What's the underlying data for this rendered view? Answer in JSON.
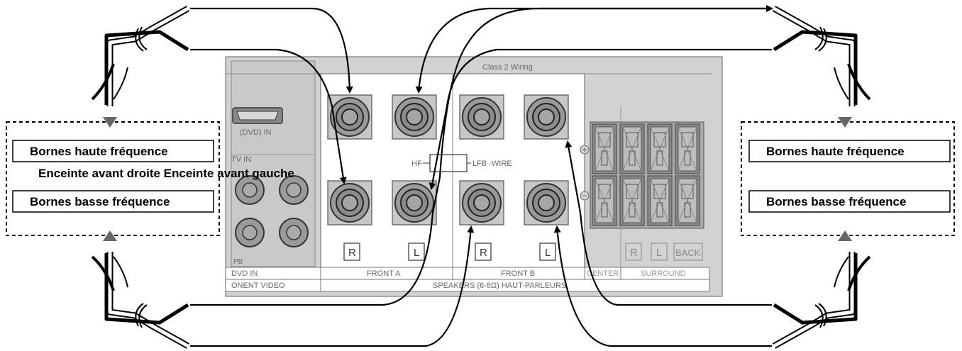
{
  "panel": {
    "class2_wiring": "Class 2 Wiring",
    "dvd_in_hdmi": "(DVD) IN",
    "tv_in": "TV IN",
    "pb": "PB",
    "dvd_in": "DVD IN",
    "component_video": "ONENT VIDEO",
    "hf": "HF",
    "lfb_wire": "LFB -WIRE",
    "front_a": "FRONT A",
    "front_b": "FRONT B",
    "center": "CENTER",
    "surround": "SURROUND",
    "speakers": "SPEAKERS (6-8Ω) HAUT-PARLEURS",
    "letter_r_a": "R",
    "letter_l_a": "L",
    "letter_r_b": "R",
    "letter_l_b": "L",
    "surround_r": "R",
    "surround_l": "L",
    "surround_back": "BACK"
  },
  "left_speaker": {
    "high_terminals": "Bornes haute fréquence",
    "low_terminals": "Bornes basse fréquence"
  },
  "right_speaker": {
    "high_terminals": "Bornes haute fréquence",
    "low_terminals": "Bornes basse fréquence"
  },
  "caption": "Enceinte avant droite Enceinte avant gauche"
}
